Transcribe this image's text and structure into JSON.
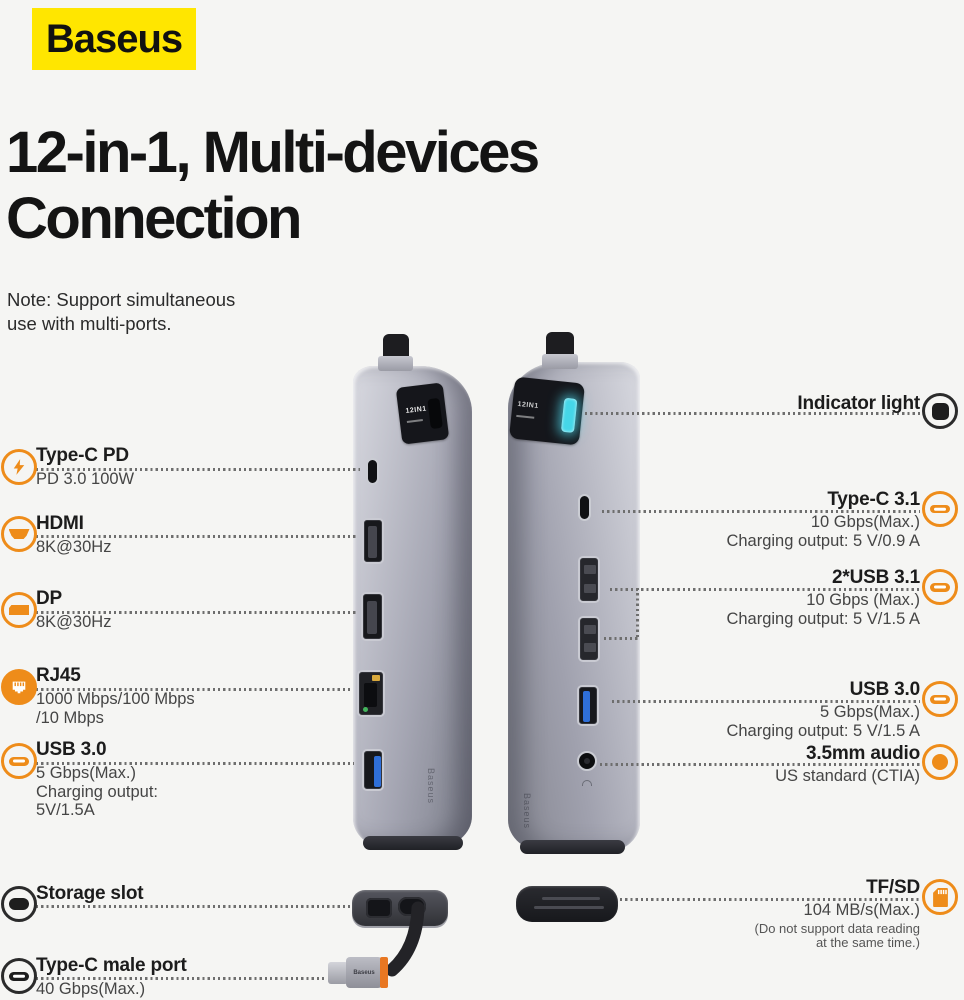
{
  "brand": {
    "logo_text": "Baseus"
  },
  "colors": {
    "accent_orange": "#EE8C1A",
    "logo_yellow": "#FFE600",
    "indicator_cyan": "#45D6E8",
    "background": "#F5F5F3"
  },
  "heading": {
    "line1": "12-in-1, Multi-devices",
    "line2": "Connection"
  },
  "note": {
    "line1": "Note: Support simultaneous",
    "line2": "use with multi-ports."
  },
  "left_labels": [
    {
      "title": "Type-C PD",
      "icon": "bolt-icon",
      "lines": [
        "PD 3.0 100W"
      ]
    },
    {
      "title": "HDMI",
      "icon": "hdmi-icon",
      "lines": [
        "8K@30Hz"
      ]
    },
    {
      "title": "DP",
      "icon": "dp-icon",
      "lines": [
        "8K@30Hz"
      ]
    },
    {
      "title": "RJ45",
      "icon": "rj45-icon",
      "lines": [
        "1000 Mbps/100 Mbps",
        "/10 Mbps"
      ]
    },
    {
      "title": "USB 3.0",
      "icon": "usb-icon",
      "lines": [
        "5 Gbps(Max.)",
        "Charging output:",
        "5V/1.5A"
      ]
    },
    {
      "title": "Storage slot",
      "icon": "storage-slot-icon",
      "lines": []
    },
    {
      "title": "Type-C male port",
      "icon": "type-c-icon",
      "lines": [
        "40 Gbps(Max.)"
      ]
    }
  ],
  "right_labels": [
    {
      "title": "Indicator light",
      "icon": "indicator-light-icon",
      "lines": []
    },
    {
      "title": "Type-C 3.1",
      "icon": "type-c-icon",
      "lines": [
        "10 Gbps(Max.)",
        "Charging output: 5 V/0.9 A"
      ]
    },
    {
      "title": "2*USB 3.1",
      "icon": "usb-icon",
      "lines": [
        "10 Gbps (Max.)",
        "Charging output: 5 V/1.5 A"
      ]
    },
    {
      "title": "USB 3.0",
      "icon": "usb-icon",
      "lines": [
        "5 Gbps(Max.)",
        "Charging output: 5 V/1.5 A"
      ]
    },
    {
      "title": "3.5mm audio",
      "icon": "audio-icon",
      "lines": [
        "US standard (CTIA)"
      ]
    },
    {
      "title": "TF/SD",
      "icon": "tf-sd-icon",
      "lines": [
        "104 MB/s(Max.)"
      ],
      "note_lines": [
        "(Do not support data reading",
        "at the same time.)"
      ]
    }
  ],
  "device": {
    "panel_text": "12IN1",
    "side_brand": "Baseus",
    "connector_brand": "Baseus"
  }
}
